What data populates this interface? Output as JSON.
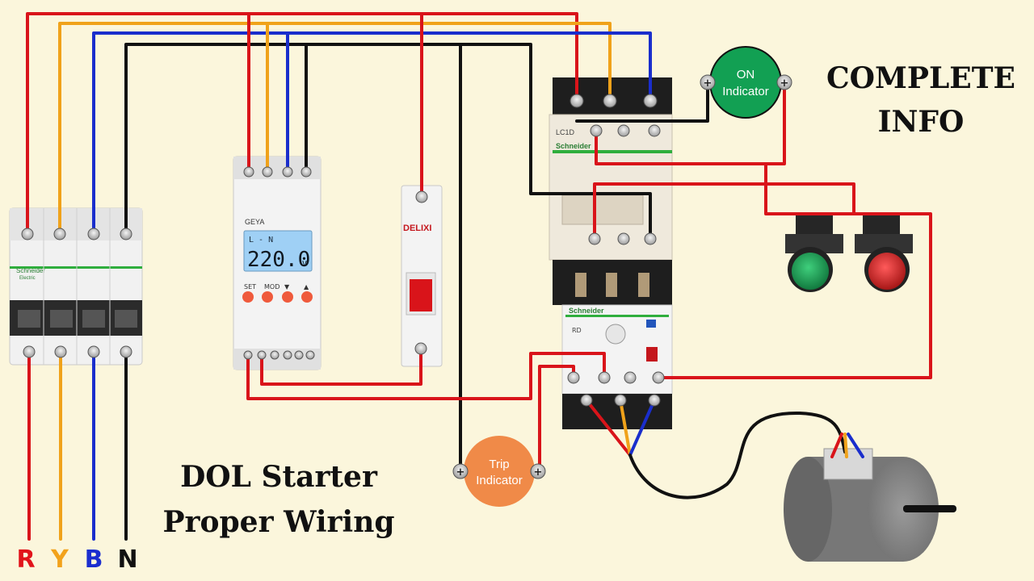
{
  "titles": {
    "complete": "COMPLETE",
    "info": "INFO",
    "dol": "DOL  Starter",
    "wiring": "Proper Wiring"
  },
  "phase_labels": [
    {
      "text": "R",
      "color": "#e1141b"
    },
    {
      "text": "Y",
      "color": "#f2a21b"
    },
    {
      "text": "B",
      "color": "#1b2ecf"
    },
    {
      "text": "N",
      "color": "#111111"
    }
  ],
  "wire_colors": {
    "red": "#d9141a",
    "yellow": "#f0a21a",
    "blue": "#1a2ecc",
    "black": "#111111"
  },
  "on_indicator": {
    "line1": "ON",
    "line2": "Indicator",
    "color": "#12a053"
  },
  "trip_indicator": {
    "line1": "Trip",
    "line2": "Indicator",
    "color": "#f08a48"
  },
  "mcb": {
    "brand": "Schneider",
    "sub": "Electric"
  },
  "voltage_relay": {
    "brand": "GEYA",
    "display_top": "L - N",
    "display_value": "220.0",
    "display_unit": "V",
    "button_labels": [
      "SET",
      "MOD",
      "▼",
      "▲"
    ]
  },
  "small_mcb": {
    "brand": "DELIXI"
  },
  "contactor": {
    "brand": "Schneider",
    "model": "LC1D"
  },
  "overload_relay": {
    "brand": "Schneider",
    "model": "RD"
  },
  "push_buttons": [
    {
      "name": "start",
      "color": "#1f9a56"
    },
    {
      "name": "stop",
      "color": "#d8262b"
    }
  ]
}
